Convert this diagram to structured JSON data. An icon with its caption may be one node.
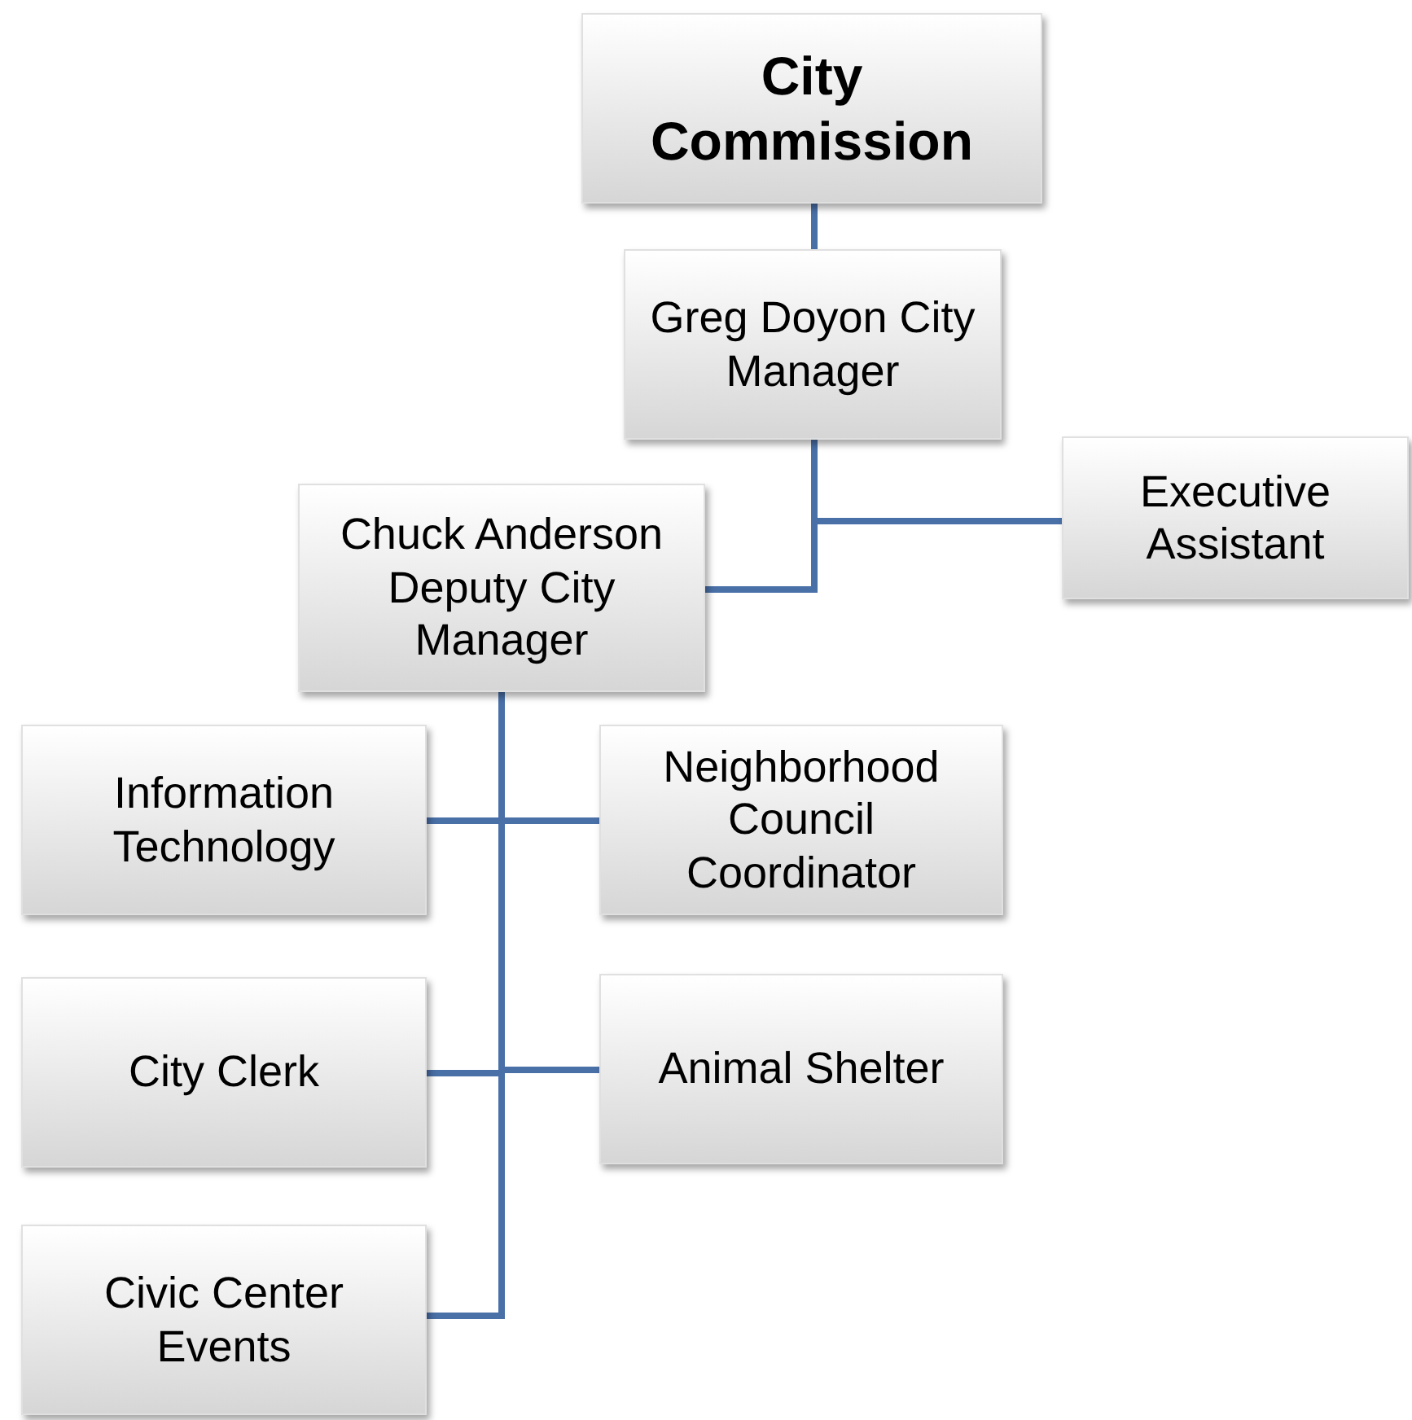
{
  "diagram": {
    "nodes": [
      {
        "text": [
          "City Commission"
        ]
      },
      {
        "text": [
          "Greg Doyon City Manager"
        ]
      },
      {
        "text": [
          "Executive Assistant"
        ]
      },
      {
        "text": [
          "Chuck Anderson Deputy City Manager"
        ]
      },
      {
        "text": [
          "Information Technology"
        ]
      },
      {
        "text": [
          "Neighborhood Council Coordinator"
        ]
      },
      {
        "text": [
          "City Clerk"
        ]
      },
      {
        "text": [
          "Animal Shelter"
        ]
      },
      {
        "text": [
          "Civic Center Events"
        ]
      }
    ],
    "edges": [
      {
        "from": 0,
        "to": 1,
        "arrow": "none"
      },
      {
        "from": 1,
        "to": 2,
        "arrow": "none"
      },
      {
        "from": 1,
        "to": 3,
        "arrow": "none"
      },
      {
        "from": 3,
        "to": 4,
        "arrow": "none"
      },
      {
        "from": 3,
        "to": 5,
        "arrow": "none"
      },
      {
        "from": 3,
        "to": 6,
        "arrow": "none"
      },
      {
        "from": 3,
        "to": 7,
        "arrow": "none"
      },
      {
        "from": 3,
        "to": 8,
        "arrow": "none"
      }
    ]
  }
}
